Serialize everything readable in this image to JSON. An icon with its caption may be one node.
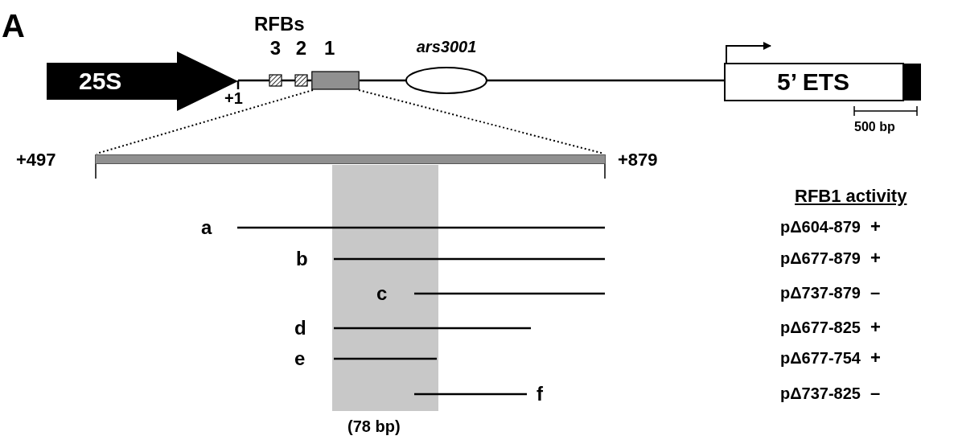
{
  "diagram": {
    "nodes": [
      {
        "text": [
          "25S"
        ]
      },
      {
        "text": [
          "3"
        ]
      },
      {
        "text": [
          "2"
        ]
      },
      {
        "text": [
          "1"
        ]
      },
      {
        "text": [
          "ars3001"
        ]
      },
      {
        "text": [
          "5’ ETS"
        ]
      },
      {
        "text": [],
        "shape": "bar"
      }
    ],
    "edges": [
      {
        "from": 0,
        "to": 1,
        "arrow": "none"
      },
      {
        "from": 1,
        "to": 2,
        "arrow": "none"
      },
      {
        "from": 2,
        "to": 3,
        "arrow": "none"
      },
      {
        "from": 3,
        "to": 4,
        "arrow": "none"
      },
      {
        "from": 4,
        "to": 5,
        "arrow": "none"
      },
      {
        "from": 3,
        "to": 6,
        "arrow": "none",
        "style": "dashed"
      },
      {
        "from": 3,
        "to": 6,
        "arrow": "none",
        "style": "dashed"
      }
    ],
    "labels": [
      "A",
      "RFBs",
      "+1",
      "500 bp",
      "+497",
      "+879",
      "RFB1 activity",
      "a",
      "pΔ604-879",
      "+",
      "b",
      "pΔ677-879",
      "+",
      "c",
      "pΔ737-879",
      "–",
      "d",
      "pΔ677-825",
      "+",
      "e",
      "pΔ677-754",
      "+",
      "f",
      "pΔ737-825",
      "–",
      "(78 bp)"
    ]
  }
}
